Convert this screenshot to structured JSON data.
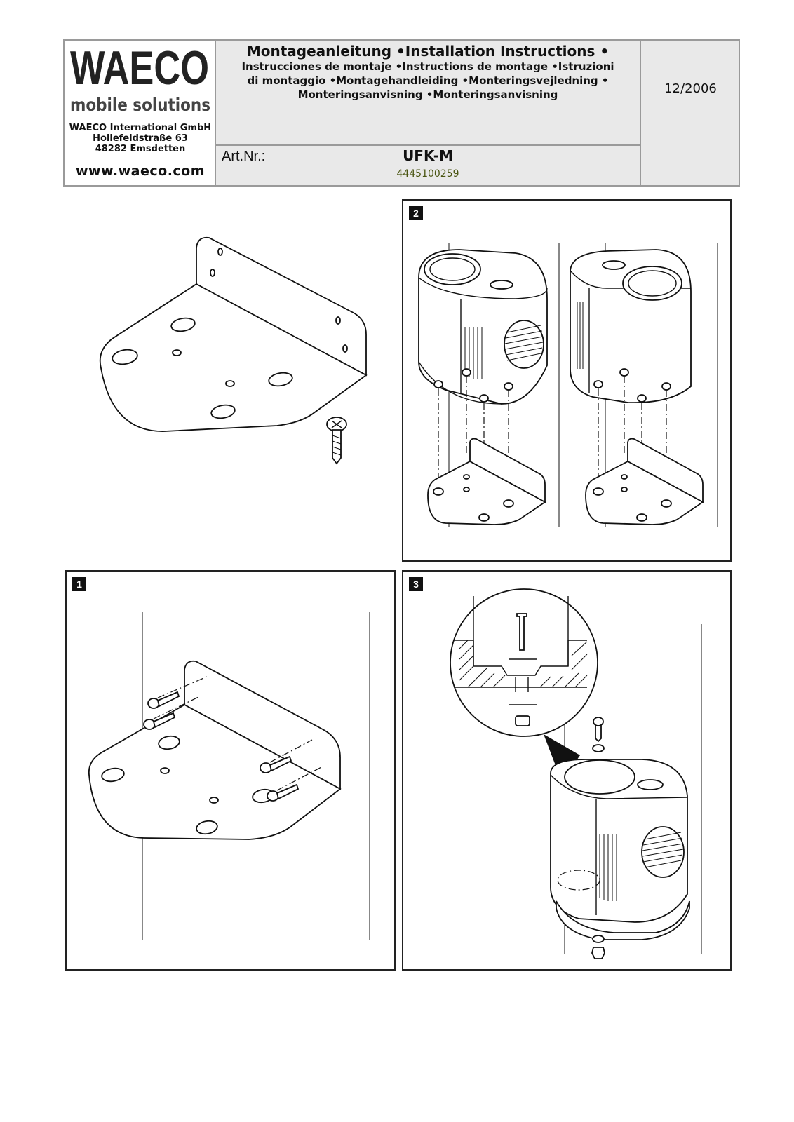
{
  "header": {
    "logo_word": "WAECO",
    "logo_tagline": "mobile solutions",
    "company": {
      "name": "WAECO International GmbH",
      "street": "Hollefeldstraße 63",
      "city": "48282 Emsdetten"
    },
    "website": "www.waeco.com",
    "title_main": "Montageanleitung •Installation Instructions •",
    "title_sub": "Instrucciones de montaje •Instructions de montage •Istruzioni di montaggio •Montagehandleiding •Monteringsvejledning • Monteringsanvisning •Monteringsanvisning",
    "date": "12/2006",
    "art_nr_label": "Art.Nr.:",
    "product_name": "UFK-M",
    "product_number": "4445100259"
  },
  "figures": {
    "fig1_number": "1",
    "fig2_number": "2",
    "fig3_number": "3"
  },
  "colors": {
    "header_background": "#e9e9e9",
    "header_border": "#9a9a9a",
    "article_number_text": "#4a5512"
  }
}
